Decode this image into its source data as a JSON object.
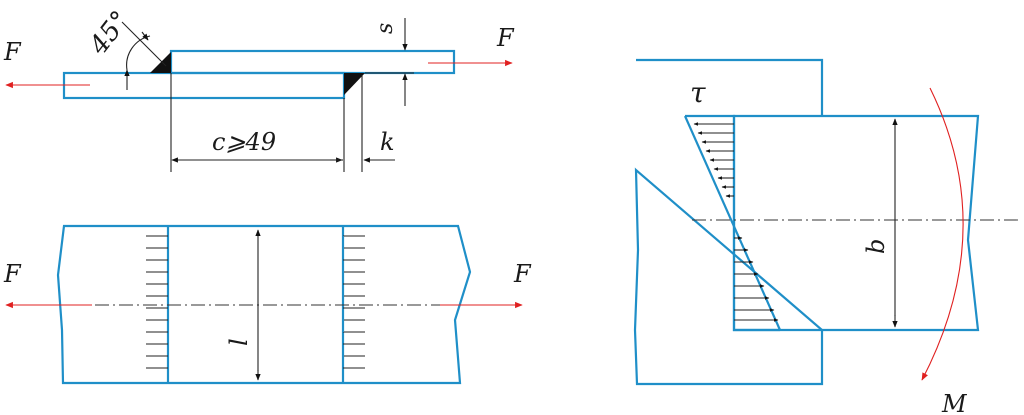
{
  "labels": {
    "force_top_left": "F",
    "force_top_right": "F",
    "force_bottom_left": "F",
    "force_bottom_right": "F",
    "angle": "45°",
    "thickness": "s",
    "overlap": "c⩾49",
    "leg": "k",
    "length": "l",
    "shear": "τ",
    "width": "b",
    "moment": "M"
  },
  "colors": {
    "plate_outline": "#1f8fc8",
    "force_arrow": "#e02020",
    "weld_fill": "#111111",
    "dimension": "#222222"
  }
}
